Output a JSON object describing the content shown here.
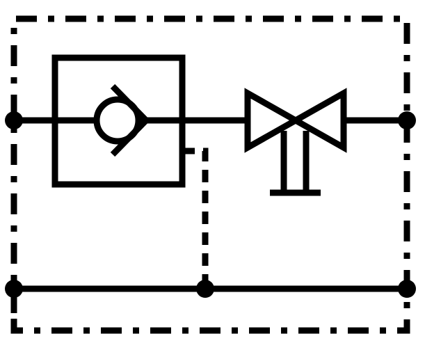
{
  "diagram": {
    "type": "hydraulic-schematic",
    "symbols": [
      "enclosure-boundary",
      "check-valve",
      "check-valve-housing",
      "pilot-line",
      "globe-valve",
      "valve-stem",
      "main-line",
      "return-line",
      "connection-port-left-top",
      "connection-port-right-top",
      "connection-port-left-bottom",
      "connection-port-center-bottom",
      "connection-port-right-bottom"
    ],
    "colors": {
      "stroke": "#000000",
      "background": "#ffffff"
    }
  }
}
